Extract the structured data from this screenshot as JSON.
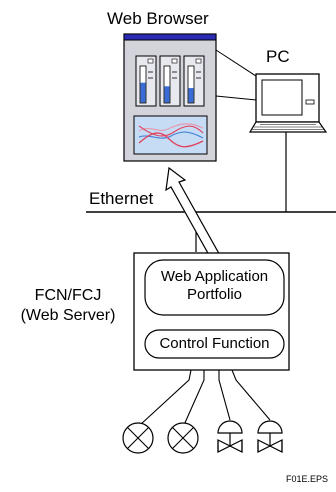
{
  "labels": {
    "web_browser": "Web Browser",
    "pc": "PC",
    "ethernet": "Ethernet",
    "server_name_line1": "FCN/FCJ",
    "server_name_line2": "(Web Server)",
    "web_app_line1": "Web Application",
    "web_app_line2": "Portfolio",
    "control_function": "Control Function",
    "file_code": "F01E.EPS"
  },
  "colors": {
    "browser_title_bar": "#2a2ab5",
    "browser_window_bg": "#d3d3dc",
    "faceplate_bar_fill": "#3a6cd6",
    "trend_bg": "#c6dcf5",
    "trend_line_red": "#e0425e",
    "trend_line_blue": "#4a86d8",
    "trend_line_pink": "#e59ab0",
    "line": "#000000"
  },
  "faceplates": [
    {
      "name": "faceplate-1",
      "level": 0.55
    },
    {
      "name": "faceplate-2",
      "level": 0.45
    },
    {
      "name": "faceplate-3",
      "level": 0.4
    }
  ],
  "field_devices": [
    {
      "type": "sensor-icon"
    },
    {
      "type": "sensor-icon"
    },
    {
      "type": "valve-icon"
    },
    {
      "type": "valve-icon"
    }
  ]
}
